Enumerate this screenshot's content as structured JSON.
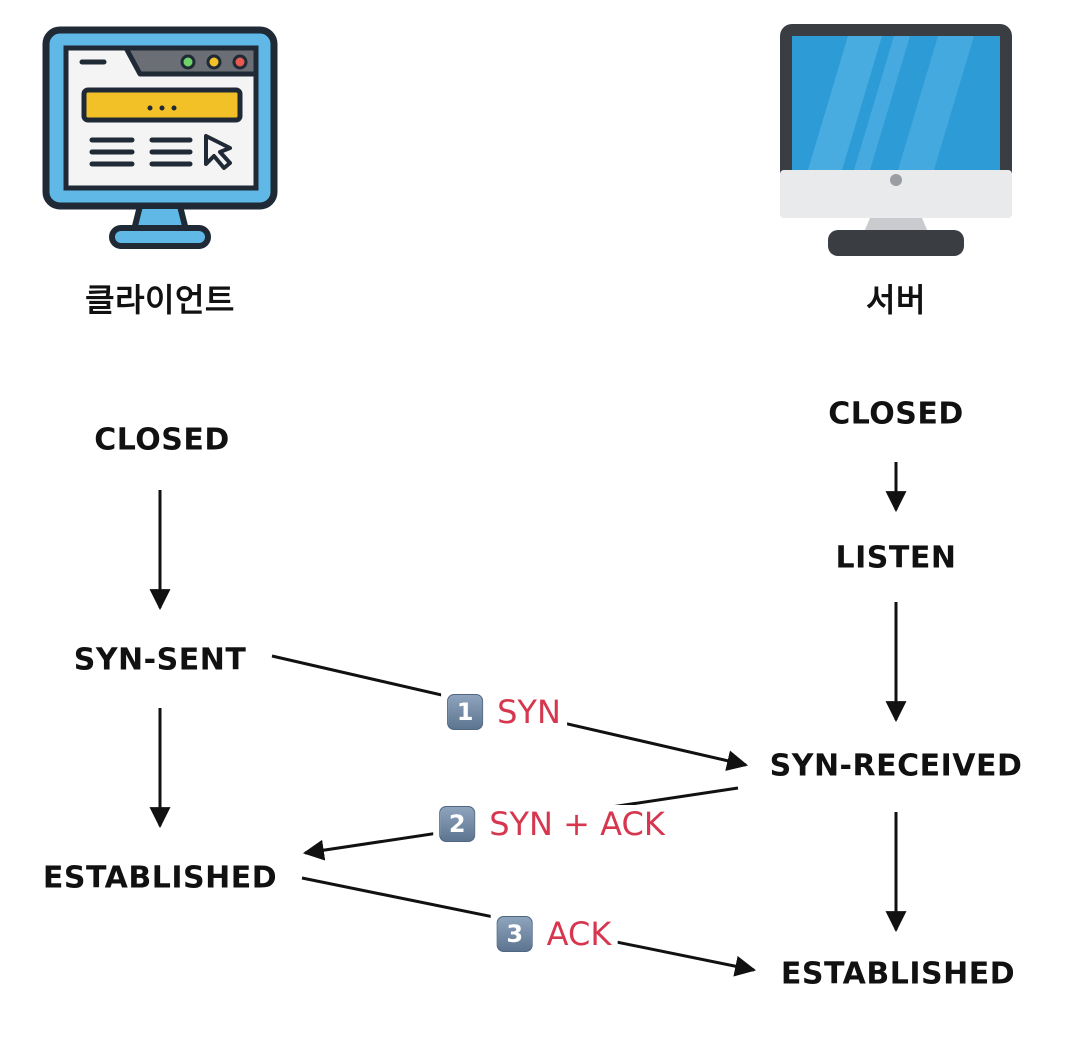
{
  "colors": {
    "ink": "#111111",
    "message": "#d6374f",
    "badge": "#6f86a1",
    "client_monitor_frame": "#1f2a36",
    "client_screen": "#5fb8e6",
    "client_search_bar": "#f2c027",
    "server_screen": "#2d9bd6",
    "server_body": "#e9eaec",
    "server_stand": "#3a3d42"
  },
  "client": {
    "label": "클라이언트",
    "icon": "client-monitor-icon",
    "states": {
      "closed": "CLOSED",
      "syn_sent": "SYN-SENT",
      "established": "ESTABLISHED"
    }
  },
  "server": {
    "label": "서버",
    "icon": "server-monitor-icon",
    "states": {
      "closed": "CLOSED",
      "listen": "LISTEN",
      "syn_received": "SYN-RECEIVED",
      "established": "ESTABLISHED"
    }
  },
  "messages": [
    {
      "number": "1",
      "text": "SYN"
    },
    {
      "number": "2",
      "text": "SYN + ACK"
    },
    {
      "number": "3",
      "text": "ACK"
    }
  ]
}
